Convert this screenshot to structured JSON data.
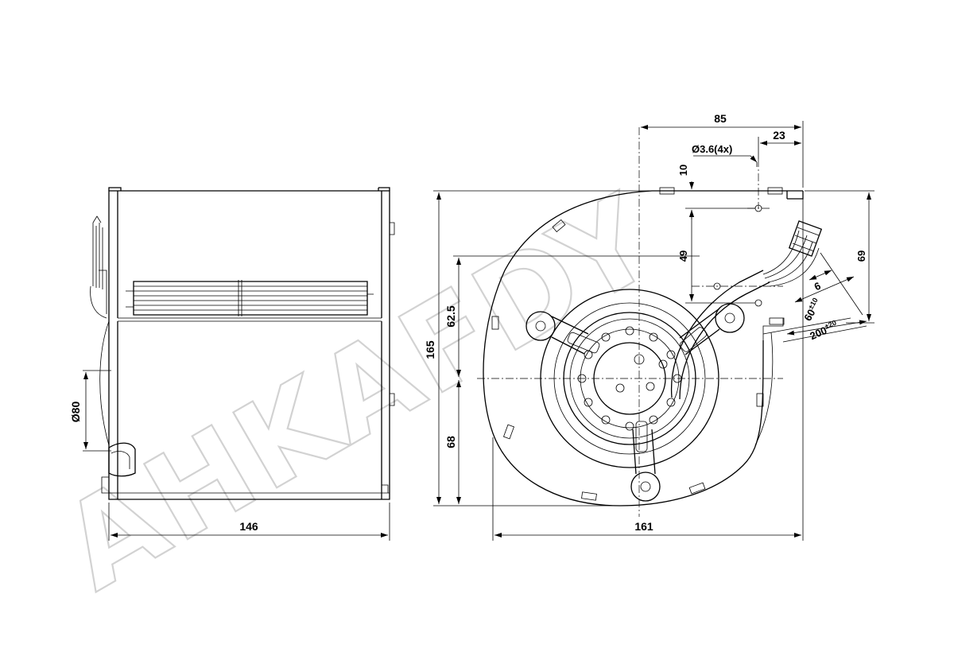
{
  "watermark": "AHKAFDY",
  "dimensions": {
    "side_width": "146",
    "side_diameter": "Ø80",
    "front_width": "161",
    "front_height": "165",
    "front_62_5": "62.5",
    "front_68": "68",
    "top_85": "85",
    "top_23": "23",
    "hole": "Ø3.6(4x)",
    "v_10": "10",
    "v_49": "49",
    "v_69": "69",
    "cable_6": "6",
    "cable_60": "60",
    "cable_60_tol": "±10",
    "cable_200": "200",
    "cable_200_tol": "±20"
  }
}
